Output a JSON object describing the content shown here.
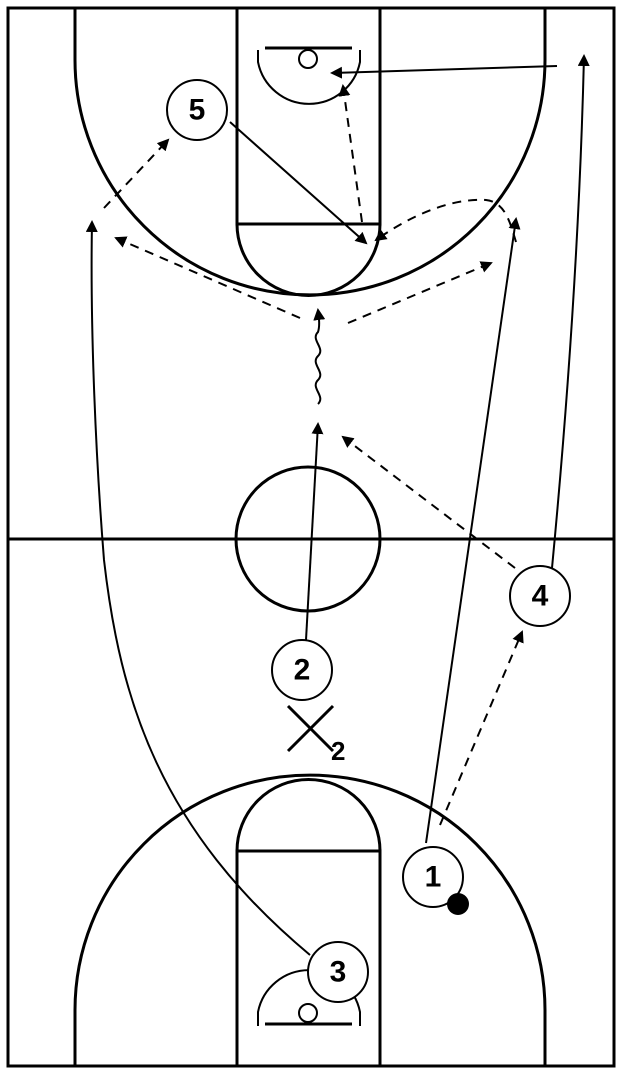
{
  "colors": {
    "court_lines": "#000000",
    "background": "#ffffff",
    "ball": "#000000"
  },
  "players": [
    {
      "id": "player-1",
      "label": "1",
      "has_ball": true
    },
    {
      "id": "player-2",
      "label": "2",
      "has_ball": false
    },
    {
      "id": "player-3",
      "label": "3",
      "has_ball": false
    },
    {
      "id": "player-4",
      "label": "4",
      "has_ball": false
    },
    {
      "id": "player-5",
      "label": "5",
      "has_ball": false
    }
  ],
  "defenders": [
    {
      "id": "defender-2",
      "label": "2"
    }
  ],
  "movement_legend": {
    "solid_arrow": "player cut",
    "dashed_arrow": "pass",
    "wavy_line": "dribble"
  }
}
